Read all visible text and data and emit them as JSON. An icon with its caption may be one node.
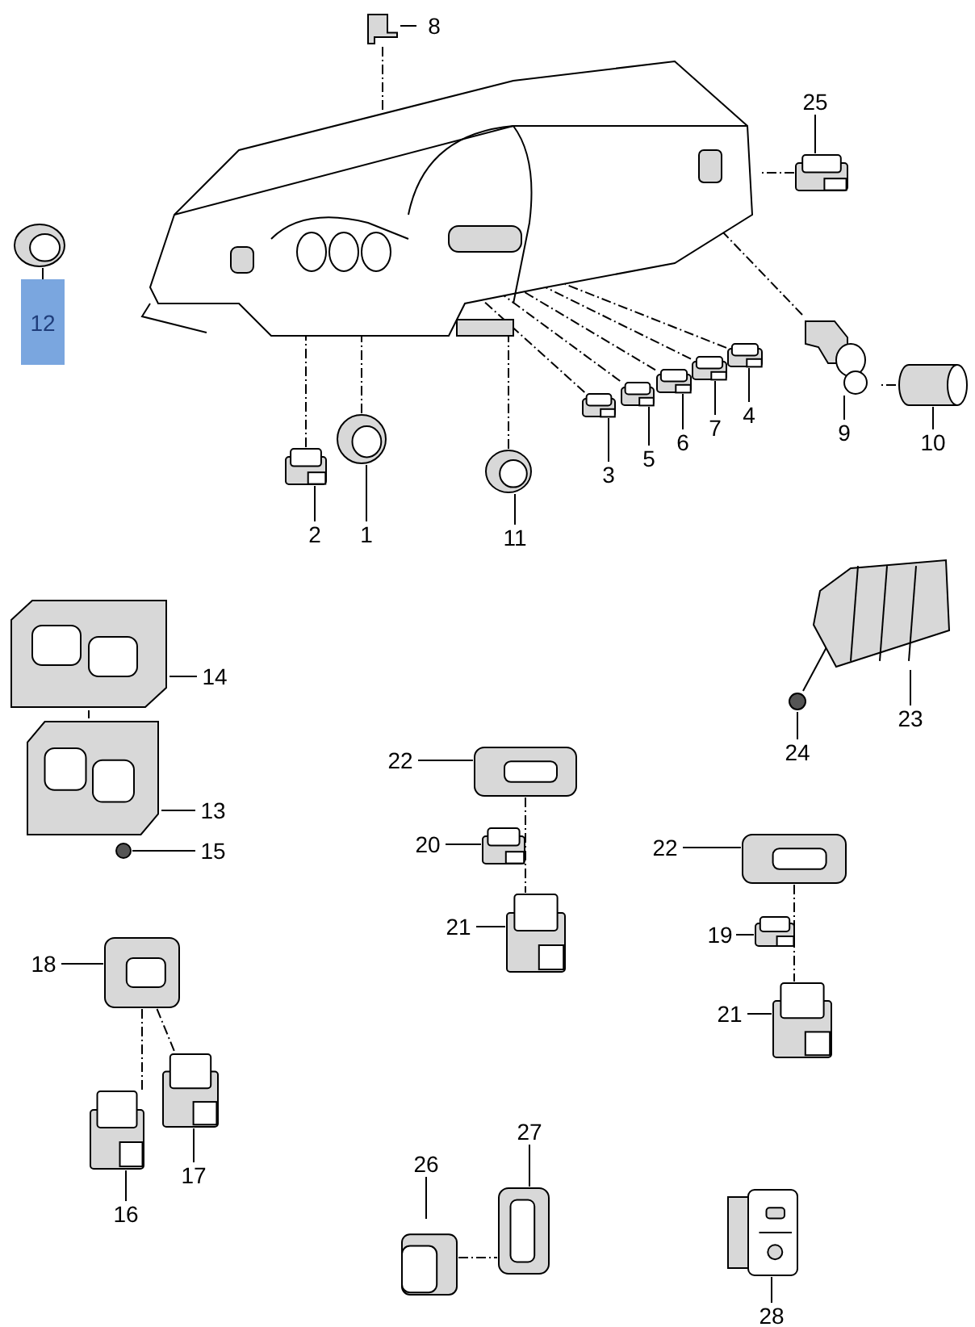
{
  "diagram": {
    "nodes": [
      {
        "text": [],
        "shape": "picture"
      },
      {
        "text": [],
        "shape": "picture"
      },
      {
        "text": [
          "8"
        ]
      },
      {
        "text": [],
        "shape": "picture"
      },
      {
        "text": [
          "25"
        ]
      },
      {
        "text": [],
        "shape": "picture"
      },
      {
        "text": [
          "12"
        ]
      },
      {
        "text": [],
        "shape": "picture"
      },
      {
        "text": [
          "4"
        ]
      },
      {
        "text": [],
        "shape": "picture"
      },
      {
        "text": [
          "7"
        ]
      },
      {
        "text": [],
        "shape": "picture"
      },
      {
        "text": [
          "6"
        ]
      },
      {
        "text": [],
        "shape": "picture"
      },
      {
        "text": [
          "5"
        ]
      },
      {
        "text": [],
        "shape": "picture"
      },
      {
        "text": [
          "3"
        ]
      },
      {
        "text": [],
        "shape": "picture"
      },
      {
        "text": [
          "9"
        ]
      },
      {
        "text": [],
        "shape": "cylinder"
      },
      {
        "text": [
          "10"
        ]
      },
      {
        "text": [],
        "shape": "picture"
      },
      {
        "text": [
          "2"
        ]
      },
      {
        "text": [],
        "shape": "picture"
      },
      {
        "text": [
          "1"
        ]
      },
      {
        "text": [],
        "shape": "picture"
      },
      {
        "text": [
          "11"
        ]
      },
      {
        "text": [],
        "shape": "picture"
      },
      {
        "text": [
          "14"
        ]
      },
      {
        "text": [],
        "shape": "picture"
      },
      {
        "text": [
          "23"
        ]
      },
      {
        "text": [],
        "shape": "circle"
      },
      {
        "text": [
          "24"
        ]
      },
      {
        "text": [],
        "shape": "picture"
      },
      {
        "text": [
          "13"
        ]
      },
      {
        "text": [],
        "shape": "circle"
      },
      {
        "text": [
          "15"
        ]
      },
      {
        "text": [],
        "shape": "picture"
      },
      {
        "text": [
          "22"
        ]
      },
      {
        "text": [],
        "shape": "picture"
      },
      {
        "text": [
          "20"
        ]
      },
      {
        "text": [],
        "shape": "picture"
      },
      {
        "text": [
          "22"
        ]
      },
      {
        "text": [],
        "shape": "picture"
      },
      {
        "text": [
          "21"
        ]
      },
      {
        "text": [],
        "shape": "picture"
      },
      {
        "text": [
          "18"
        ]
      },
      {
        "text": [],
        "shape": "picture"
      },
      {
        "text": [
          "19"
        ]
      },
      {
        "text": [],
        "shape": "picture"
      },
      {
        "text": [
          "21"
        ]
      },
      {
        "text": [],
        "shape": "picture"
      },
      {
        "text": [
          "17"
        ]
      },
      {
        "text": [],
        "shape": "picture"
      },
      {
        "text": [
          "16"
        ]
      },
      {
        "text": [],
        "shape": "picture"
      },
      {
        "text": [
          "26"
        ]
      },
      {
        "text": [],
        "shape": "picture"
      },
      {
        "text": [
          "27"
        ]
      },
      {
        "text": [],
        "shape": "picture"
      },
      {
        "text": [
          "28"
        ]
      }
    ],
    "edges": [
      {
        "from": 2,
        "to": 1,
        "arrow": "none"
      },
      {
        "from": 4,
        "to": 3,
        "arrow": "none"
      },
      {
        "from": 6,
        "to": 5,
        "arrow": "none"
      },
      {
        "from": 8,
        "to": 7,
        "arrow": "none"
      },
      {
        "from": 10,
        "to": 9,
        "arrow": "none"
      },
      {
        "from": 12,
        "to": 11,
        "arrow": "none"
      },
      {
        "from": 14,
        "to": 13,
        "arrow": "none"
      },
      {
        "from": 16,
        "to": 15,
        "arrow": "none"
      },
      {
        "from": 18,
        "to": 17,
        "arrow": "none"
      },
      {
        "from": 20,
        "to": 19,
        "arrow": "none"
      },
      {
        "from": 22,
        "to": 21,
        "arrow": "none"
      },
      {
        "from": 24,
        "to": 23,
        "arrow": "none"
      },
      {
        "from": 26,
        "to": 25,
        "arrow": "none"
      },
      {
        "from": 28,
        "to": 27,
        "arrow": "none"
      },
      {
        "from": 30,
        "to": 29,
        "arrow": "none"
      },
      {
        "from": 32,
        "to": 31,
        "arrow": "none"
      },
      {
        "from": 34,
        "to": 33,
        "arrow": "none"
      },
      {
        "from": 36,
        "to": 35,
        "arrow": "none"
      },
      {
        "from": 38,
        "to": 37,
        "arrow": "none"
      },
      {
        "from": 40,
        "to": 39,
        "arrow": "none"
      },
      {
        "from": 42,
        "to": 41,
        "arrow": "none"
      },
      {
        "from": 44,
        "to": 43,
        "arrow": "none"
      },
      {
        "from": 46,
        "to": 45,
        "arrow": "none"
      },
      {
        "from": 48,
        "to": 47,
        "arrow": "none"
      },
      {
        "from": 50,
        "to": 49,
        "arrow": "none"
      },
      {
        "from": 52,
        "to": 51,
        "arrow": "none"
      },
      {
        "from": 54,
        "to": 53,
        "arrow": "none"
      },
      {
        "from": 56,
        "to": 55,
        "arrow": "none"
      },
      {
        "from": 58,
        "to": 57,
        "arrow": "none"
      },
      {
        "from": 60,
        "to": 59,
        "arrow": "none"
      },
      {
        "from": 1,
        "to": 0,
        "arrow": "none",
        "style": "dashed"
      },
      {
        "from": 3,
        "to": 0,
        "arrow": "none",
        "style": "dashed"
      },
      {
        "from": 7,
        "to": 0,
        "arrow": "none",
        "style": "dashed"
      },
      {
        "from": 9,
        "to": 0,
        "arrow": "none",
        "style": "dashed"
      },
      {
        "from": 11,
        "to": 0,
        "arrow": "none",
        "style": "dashed"
      },
      {
        "from": 13,
        "to": 0,
        "arrow": "none",
        "style": "dashed"
      },
      {
        "from": 15,
        "to": 0,
        "arrow": "none",
        "style": "dashed"
      },
      {
        "from": 17,
        "to": 0,
        "arrow": "none",
        "style": "dashed"
      },
      {
        "from": 19,
        "to": 17,
        "arrow": "none",
        "style": "dashed"
      },
      {
        "from": 21,
        "to": 0,
        "arrow": "none",
        "style": "dashed"
      },
      {
        "from": 23,
        "to": 0,
        "arrow": "none",
        "style": "dashed"
      },
      {
        "from": 25,
        "to": 0,
        "arrow": "none",
        "style": "dashed"
      },
      {
        "from": 27,
        "to": 33,
        "arrow": "none",
        "style": "dashed"
      },
      {
        "from": 31,
        "to": 29,
        "arrow": "none"
      },
      {
        "from": 37,
        "to": 39,
        "arrow": "none",
        "style": "dashed"
      },
      {
        "from": 37,
        "to": 43,
        "arrow": "none",
        "style": "dashed"
      },
      {
        "from": 41,
        "to": 47,
        "arrow": "none",
        "style": "dashed"
      },
      {
        "from": 41,
        "to": 49,
        "arrow": "none",
        "style": "dashed"
      },
      {
        "from": 45,
        "to": 53,
        "arrow": "none",
        "style": "dashed"
      },
      {
        "from": 45,
        "to": 51,
        "arrow": "none",
        "style": "dashed"
      },
      {
        "from": 55,
        "to": 57,
        "arrow": "none",
        "style": "dashed"
      }
    ]
  }
}
